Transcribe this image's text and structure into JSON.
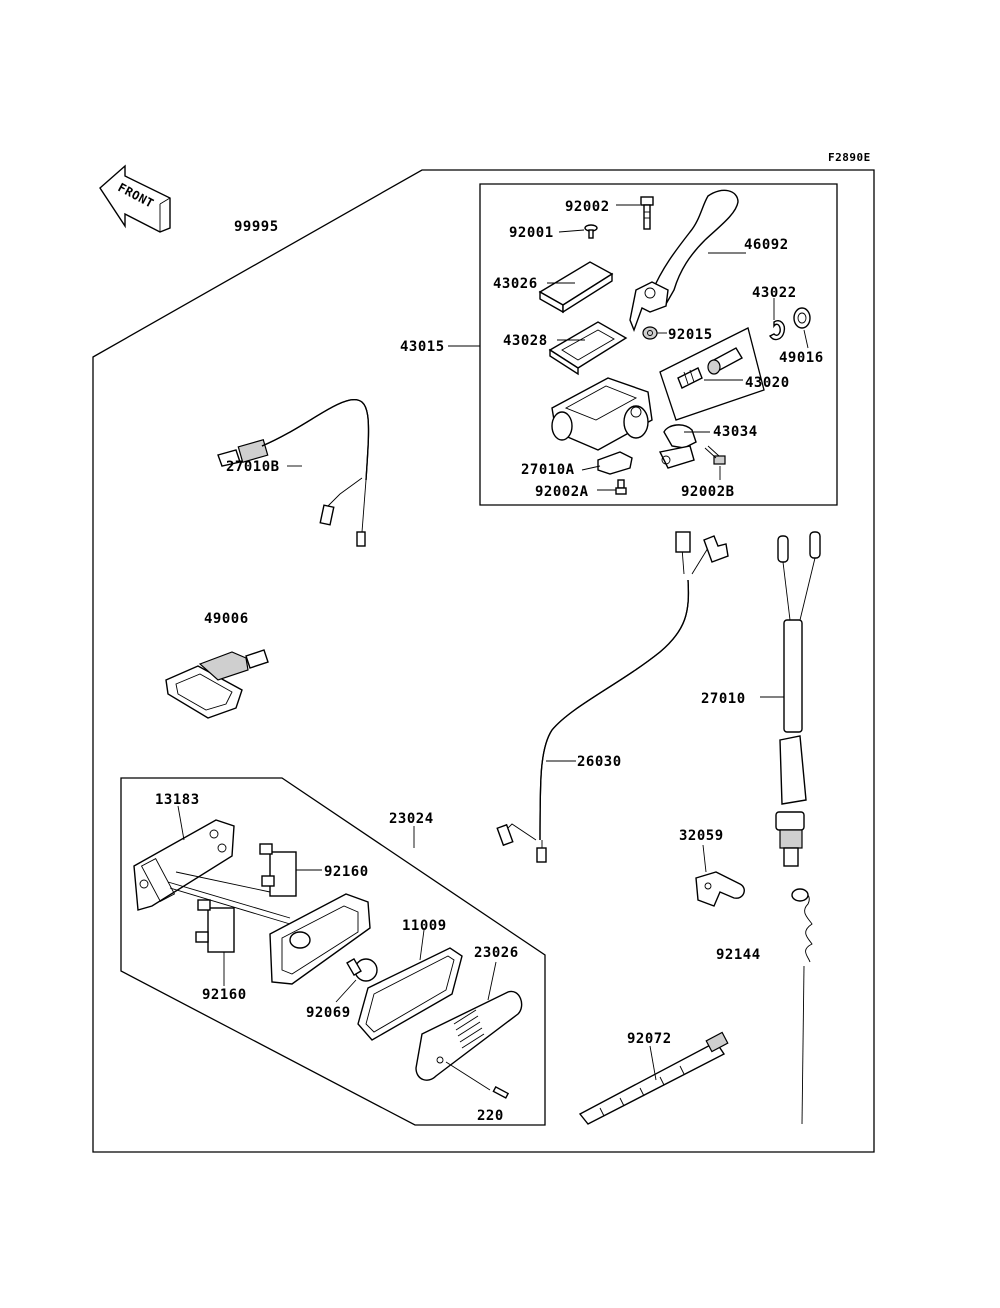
{
  "figure_code": "F2890E",
  "front_label": "FRONT",
  "parts": {
    "p99995": "99995",
    "p92002": "92002",
    "p92001": "92001",
    "p46092": "46092",
    "p43026": "43026",
    "p43022": "43022",
    "p43015": "43015",
    "p43028": "43028",
    "p92015": "92015",
    "p49016": "49016",
    "p43020": "43020",
    "p43034": "43034",
    "p27010A": "27010A",
    "p92002A": "92002A",
    "p92002B": "92002B",
    "p27010B": "27010B",
    "p49006": "49006",
    "p27010": "27010",
    "p26030": "26030",
    "p13183": "13183",
    "p23024": "23024",
    "p92160a": "92160",
    "p32059": "32059",
    "p11009": "11009",
    "p23026": "23026",
    "p92144": "92144",
    "p92160b": "92160",
    "p92069": "92069",
    "p92072": "92072",
    "p220": "220"
  }
}
